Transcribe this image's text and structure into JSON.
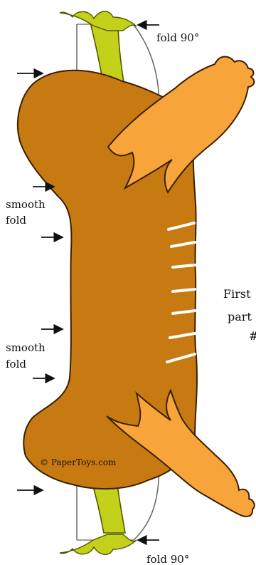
{
  "labels": {
    "fold_top": "fold 90°",
    "fold_bottom": "fold 90°",
    "smooth_fold_upper_line1": "smooth",
    "smooth_fold_upper_line2": "fold",
    "smooth_fold_lower_line1": "smooth",
    "smooth_fold_lower_line2": "fold",
    "side_text_line1": "First",
    "side_text_line2": "part",
    "side_text_line3": "#",
    "copyright": "© PaperToys.com"
  },
  "colors": {
    "body_brown": "#c87a12",
    "body_outline": "#3a2000",
    "wing_orange": "#f7a43a",
    "leg_green": "#c3d11a",
    "leg_outline": "#4f5a00",
    "text": "#111111",
    "arrow": "#111111"
  }
}
